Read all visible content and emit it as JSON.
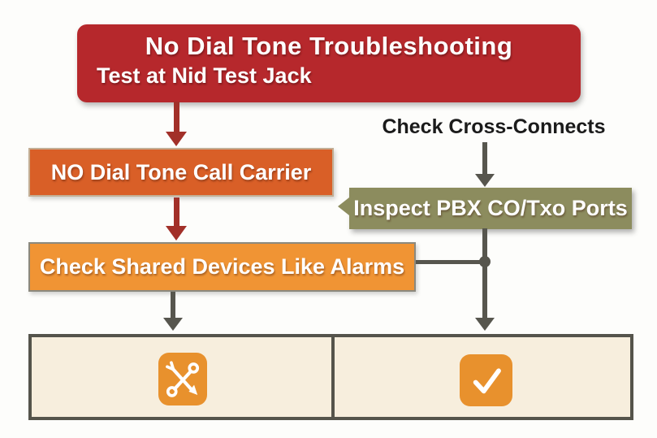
{
  "diagram": {
    "header": {
      "title": "No Dial Tone Troubleshooting",
      "subtitle": "Test at Nid Test Jack"
    },
    "nodes": {
      "cross_connects_label": "Check Cross-Connects",
      "call_carrier": "NO Dial Tone Call Carrier",
      "inspect_pbx": "Inspect PBX CO/Txo Ports",
      "shared_devices": "Check Shared Devices Like Alarms"
    },
    "outcomes": {
      "left_icon": "crossed-tools",
      "right_icon": "checkmark"
    },
    "colors": {
      "header_red": "#b6282c",
      "arrow_red": "#a23029",
      "box_orange_dark": "#d95f27",
      "box_orange_light": "#f09434",
      "box_olive": "#8c8c5e",
      "connector_gray": "#57564e",
      "panel_cream": "#f7eedd",
      "panel_border": "#55544b",
      "icon_orange": "#e8912d",
      "label_text": "#1b1b1b"
    }
  }
}
